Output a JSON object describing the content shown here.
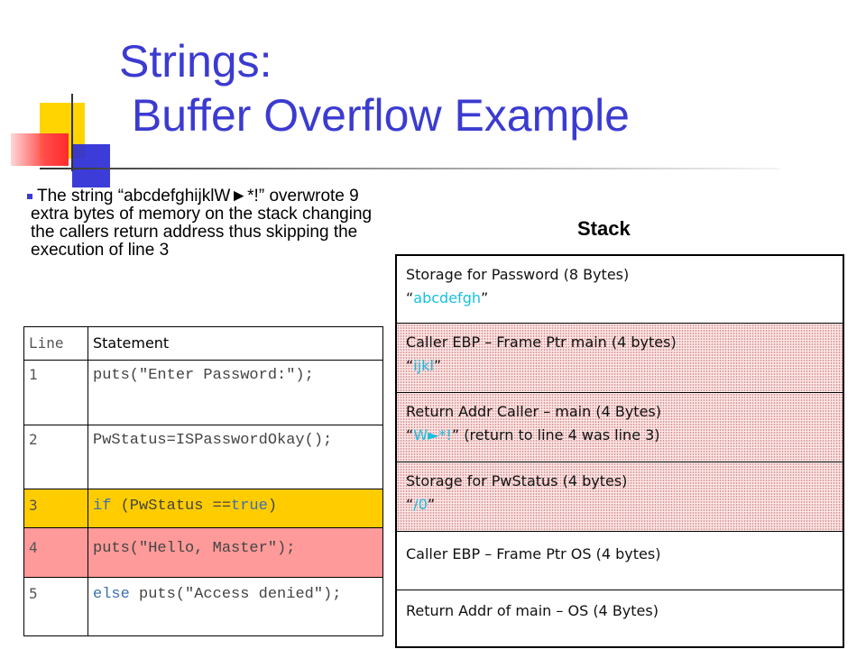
{
  "slide": {
    "title_line1": "Strings:",
    "title_line2": "Buffer Overflow Example",
    "bullet_text": "The string “abcdefghijklW►*!” overwrote 9 extra bytes of memory on the stack changing the callers return address thus skipping the execution of line 3",
    "stack_label": "Stack"
  },
  "code_table": {
    "headers": [
      "Line",
      "Statement"
    ],
    "rows": [
      {
        "line": "1",
        "statement": "puts(\"Enter Password:\");"
      },
      {
        "line": "2",
        "statement": "PwStatus=ISPasswordOkay();"
      },
      {
        "line": "3",
        "keyword": "if",
        "statement": " (PwStatus ==",
        "keyword2": "true",
        "statement_end": ")"
      },
      {
        "line": "4",
        "statement": "puts(\"Hello, Master\");"
      },
      {
        "line": "5",
        "keyword": "else",
        "statement": " puts(\"Access denied\");"
      }
    ]
  },
  "stack_table": {
    "rows": [
      {
        "label": "Storage for Password (8 Bytes)",
        "open_quote": "“",
        "value": "abcdefgh",
        "close_quote": "”",
        "note": ""
      },
      {
        "label": "Caller EBP – Frame Ptr main (4 bytes)",
        "open_quote": "“",
        "value": "ijkl",
        "close_quote": "”",
        "note": ""
      },
      {
        "label": "Return Addr Caller – main (4 Bytes)",
        "open_quote": "“",
        "value": "W►*!",
        "close_quote": "”",
        "note": " (return to line 4 was line 3)"
      },
      {
        "label": "Storage for PwStatus (4 bytes)",
        "open_quote": "“",
        "value": "/0",
        "close_quote": "”",
        "note": ""
      },
      {
        "label": "Caller EBP – Frame Ptr OS (4 bytes)"
      },
      {
        "label": "Return Addr of main – OS (4 Bytes)"
      }
    ]
  },
  "colors": {
    "title": "#3b3bd1",
    "highlight_line3": "#ffcc00",
    "highlight_line4": "#ff9a9a",
    "overflow_value": "#19c0e0",
    "keyword": "#3b6fb0"
  }
}
